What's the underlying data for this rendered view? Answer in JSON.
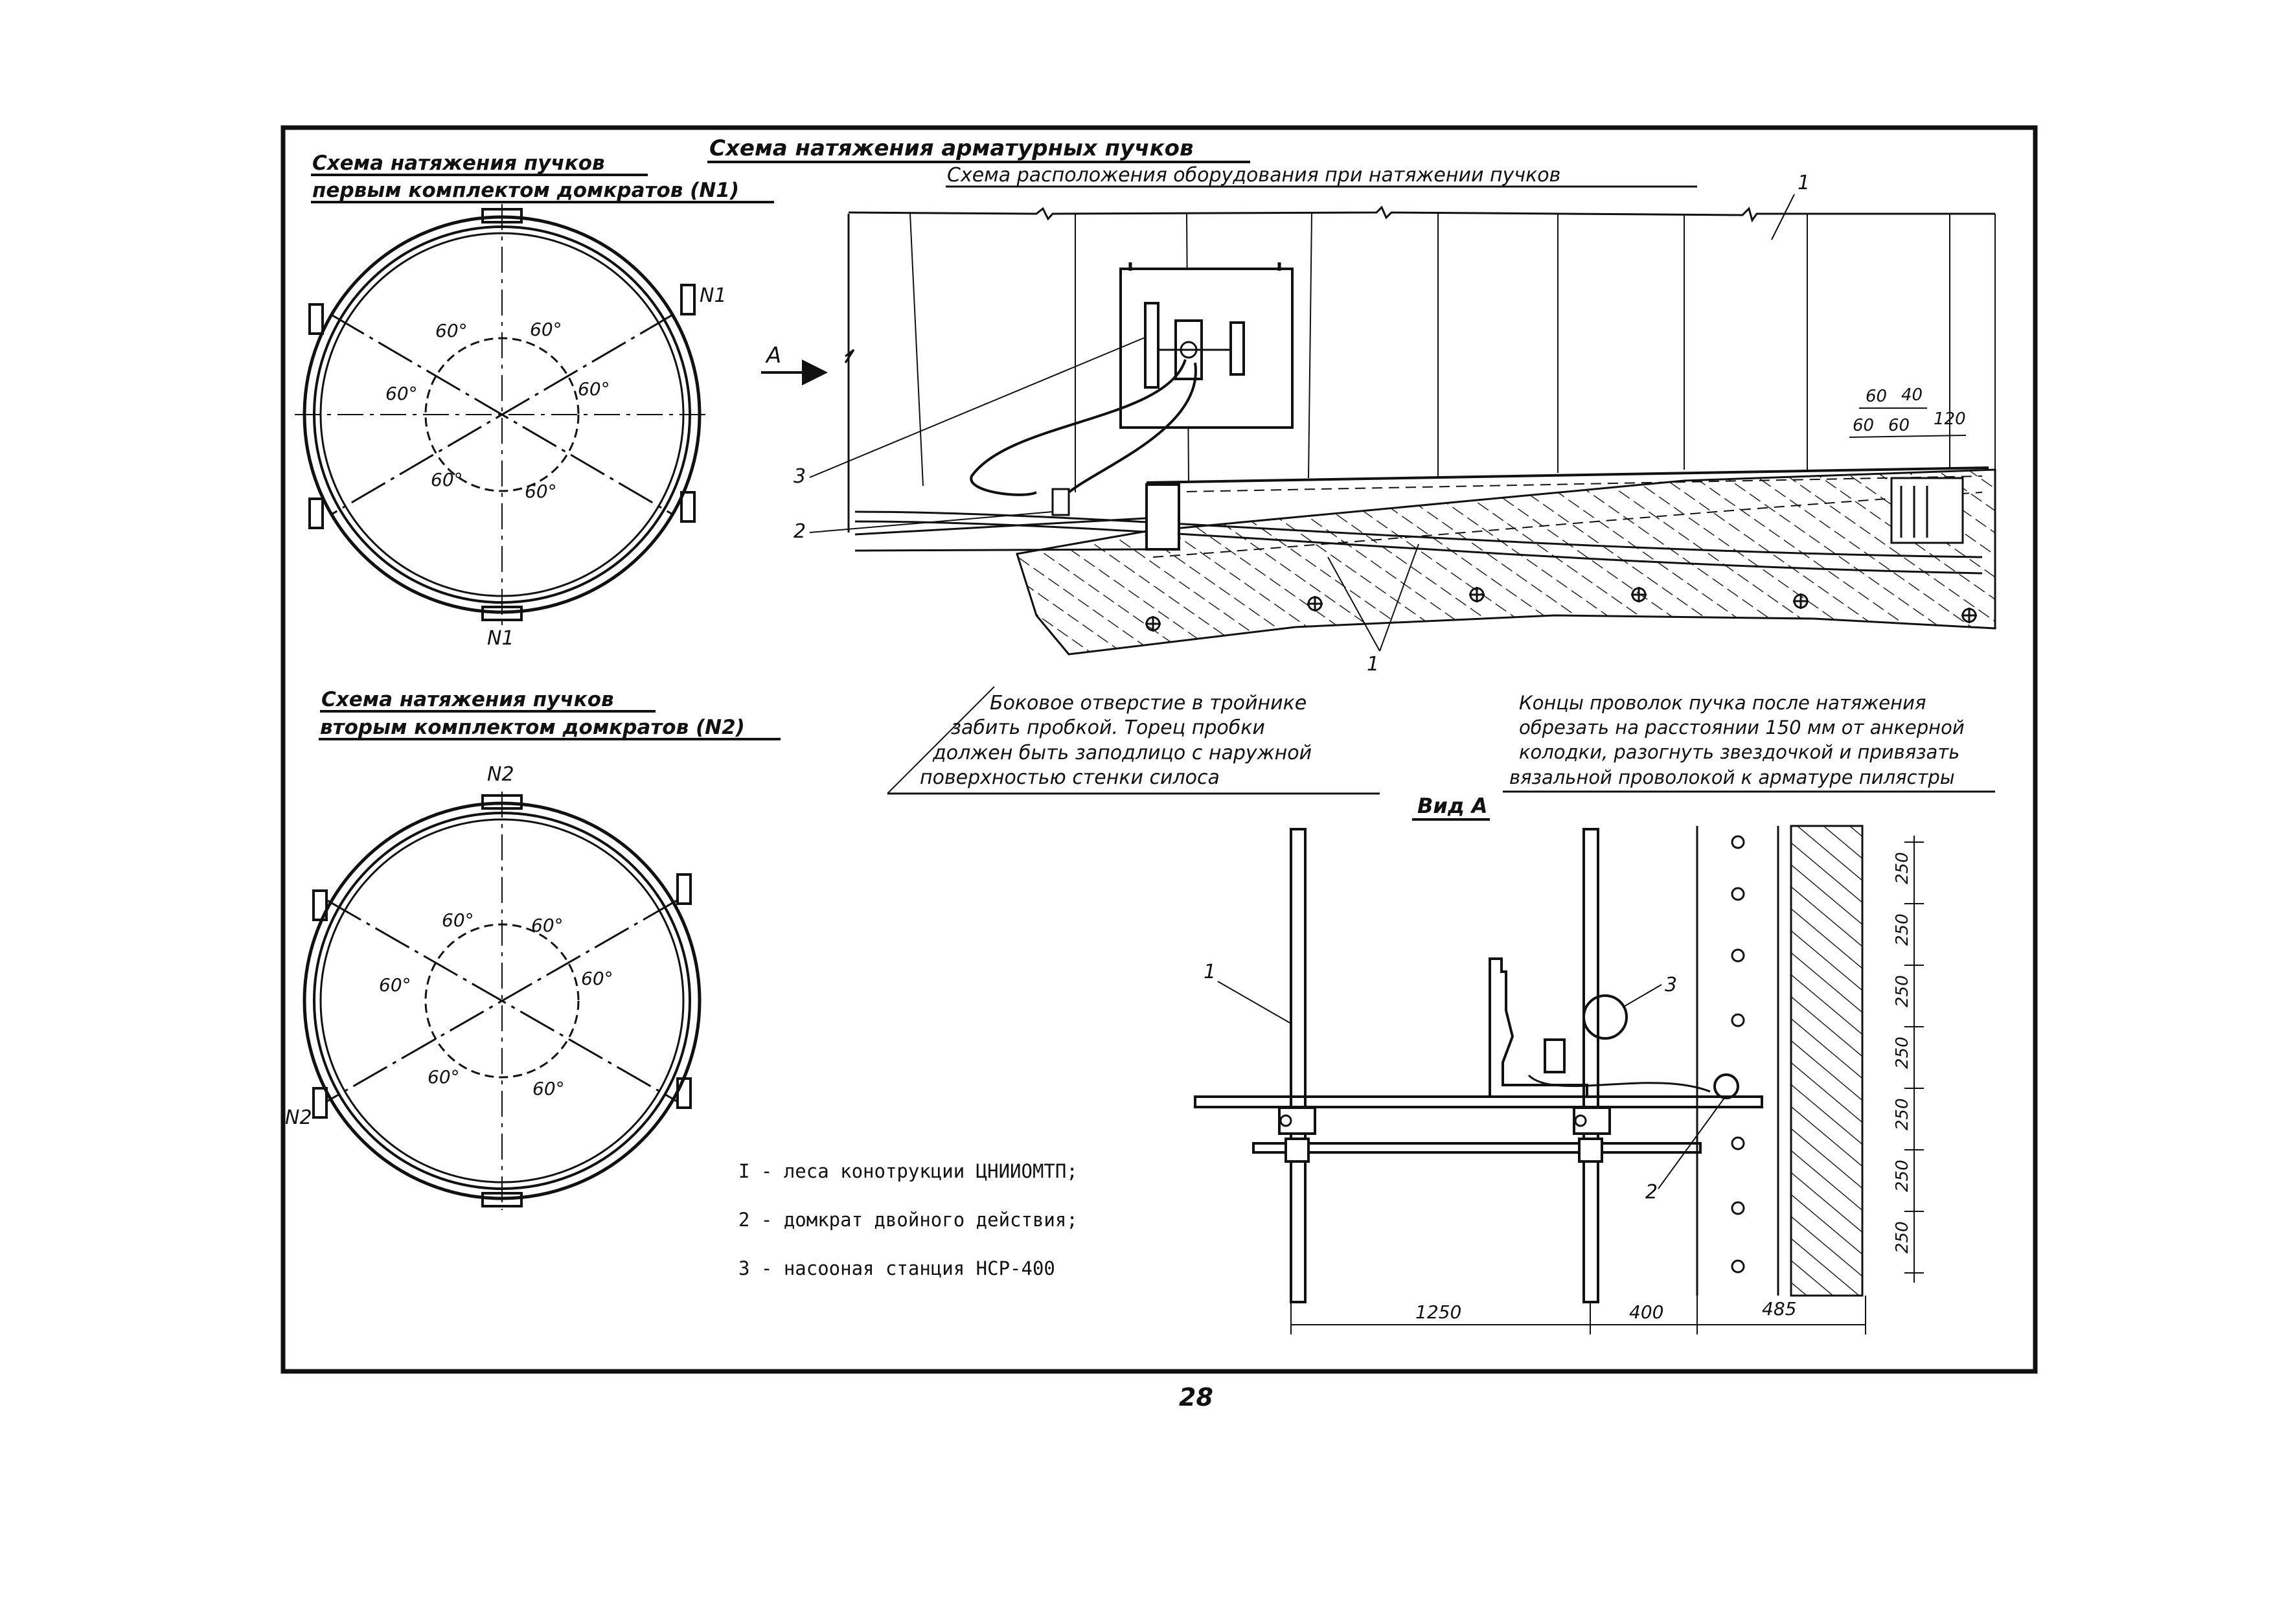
{
  "titles": {
    "main": "Схема натяжения арматурных пучков",
    "scheme_n1_line1": "Схема натяжения пучков",
    "scheme_n1_line2": "первым комплектом домкратов (N1)",
    "scheme_n2_line1": "Схема натяжения пучков",
    "scheme_n2_line2": "вторым комплектом домкратов (N2)",
    "equipment": "Схема расположения оборудования при натяжении пучков",
    "view_a": "Вид А"
  },
  "circle_n1": {
    "jack_label_top": "N1",
    "jack_label_bottom": "N1",
    "angles": [
      "60°",
      "60°",
      "60°",
      "60°",
      "60°",
      "60°"
    ]
  },
  "circle_n2": {
    "jack_label_top": "N2",
    "jack_label_bottom": "N2",
    "angles": [
      "60°",
      "60°",
      "60°",
      "60°",
      "60°",
      "60°"
    ]
  },
  "equipment_drawing": {
    "arrow_label": "A",
    "callouts": [
      "1",
      "2",
      "3",
      "1"
    ],
    "dims_top": [
      "60",
      "40"
    ],
    "dims_bottom": [
      "60",
      "60",
      "120"
    ]
  },
  "notes": {
    "left": [
      "Боковое отверстие в тройнике",
      "забить пробкой. Торец пробки",
      "должен быть заподлицо с наружной",
      "поверхностью стенки силоса"
    ],
    "right": [
      "Концы проволок пучка после натяжения",
      "обрезать на расстоянии 150 мм от анкерной",
      "колодки, разогнуть звездочкой и привязать",
      "вязальной проволокой к арматуре пилястры"
    ]
  },
  "view_a": {
    "callouts": [
      "1",
      "3",
      "2"
    ],
    "dims_horizontal": [
      "1250",
      "400",
      "485"
    ],
    "dims_vertical": [
      "250",
      "250",
      "250",
      "250",
      "250",
      "250",
      "250"
    ]
  },
  "legend": [
    "I - леса конотрукции ЦНИИОМТП;",
    "2 - домкрат двойного действия;",
    "3 - насооная станция НСР-400"
  ],
  "page_number": "28"
}
